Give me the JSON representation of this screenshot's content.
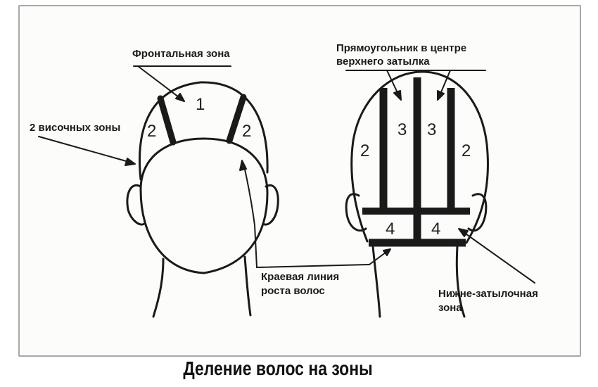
{
  "labels": {
    "frontal_zone": "Фронтальная зона",
    "temporal_zones": "2 височных зоны",
    "rectangle_line1": "Прямоугольник в центре",
    "rectangle_line2": "верхнего затылка",
    "hairline_line1": "Краевая линия",
    "hairline_line2": "роста волос",
    "lower_occipital_line1": "Нижне-затылочная",
    "lower_occipital_line2": "зона"
  },
  "zone_numbers": {
    "front_top": "1",
    "front_left": "2",
    "front_right": "2",
    "back_left": "2",
    "back_center_left": "3",
    "back_center_right": "3",
    "back_right": "2",
    "back_lower_left": "4",
    "back_lower_right": "4"
  },
  "caption": "Деление волос на зоны",
  "colors": {
    "ink": "#1a1a1a",
    "frame": "#a8a8a8",
    "paper": "#fcfcfa"
  }
}
